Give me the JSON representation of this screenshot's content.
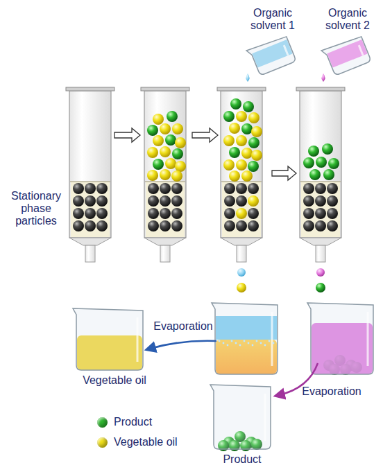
{
  "diagram": {
    "labels": [
      "Organic solvent 1",
      "Organic solvent 2",
      "Stationary phase particles",
      "Evaporation",
      "Evaporation",
      "Vegetable oil",
      "Product"
    ],
    "legend": [
      {
        "text": "Product",
        "color": "#2fb82f"
      },
      {
        "text": "Vegetable oil",
        "color": "#f2e21a"
      }
    ]
  }
}
